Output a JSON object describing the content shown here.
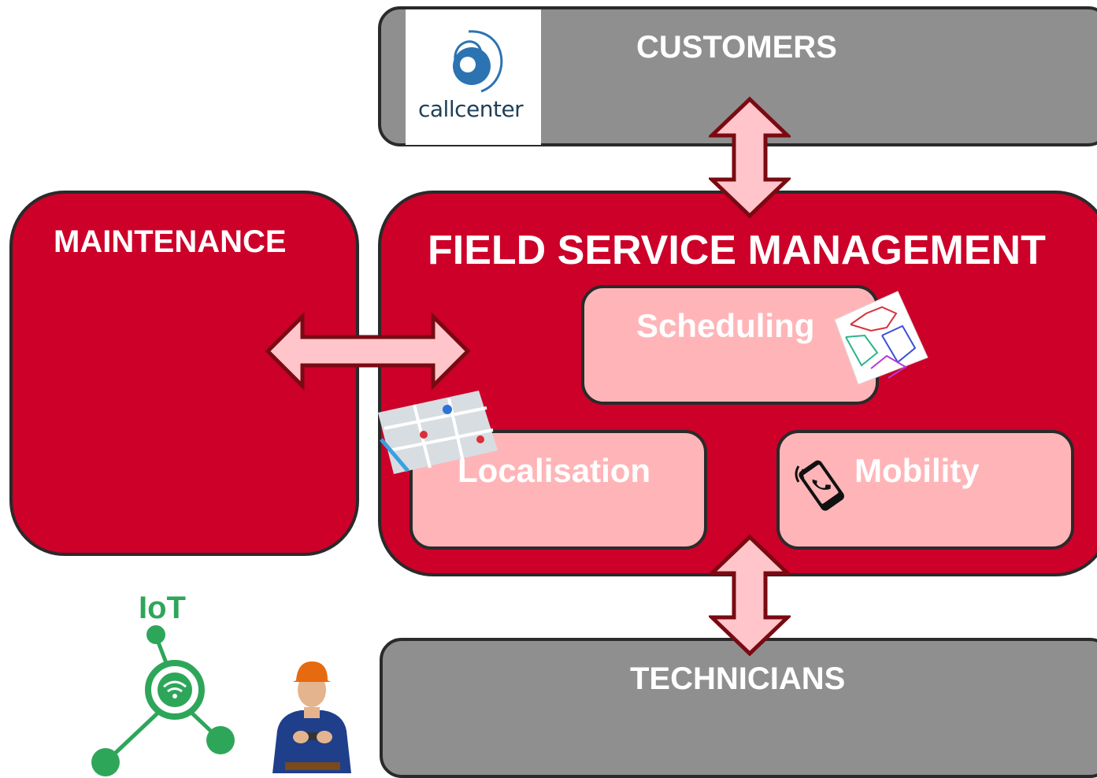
{
  "customers": {
    "label": "CUSTOMERS",
    "logo_text": "callcenter"
  },
  "maintenance": {
    "label": "MAINTENANCE"
  },
  "fsm": {
    "title": "FIELD SERVICE MANAGEMENT",
    "modules": {
      "scheduling": "Scheduling",
      "localisation": "Localisation",
      "mobility": "Mobility"
    }
  },
  "technicians": {
    "label": "TECHNICIANS"
  },
  "iot": {
    "label": "IoT"
  },
  "colors": {
    "main_red": "#cc0029",
    "module_pink": "#ffb5b8",
    "group_grey": "#8f8f8f",
    "arrow_fill": "#ffc5cb",
    "arrow_stroke": "#7a0a12",
    "iot_green": "#2ea65a"
  },
  "icons": [
    "callcenter-logo",
    "route-map-icon",
    "city-map-icon",
    "phone-icon",
    "iot-network-icon",
    "technician-photo"
  ]
}
